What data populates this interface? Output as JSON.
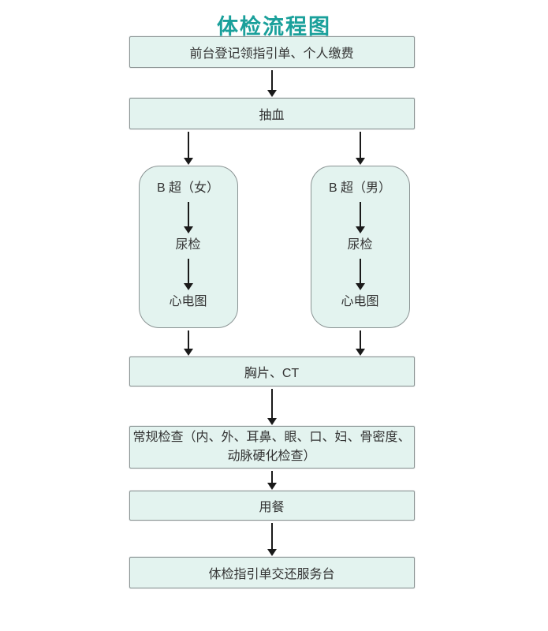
{
  "title": "体检流程图",
  "colors": {
    "title": "#1AA09B",
    "box_fill": "#E3F3EF",
    "box_border": "#8A9393",
    "arrow": "#1A1A1A",
    "text": "#333333"
  },
  "flow": {
    "steps": {
      "registration": "前台登记领指引单、个人缴费",
      "blood_draw": "抽血",
      "chest_ct": "胸片、CT",
      "routine_exam": "常规检查（内、外、耳鼻、眼、口、妇、骨密度、动脉硬化检查）",
      "meal": "用餐",
      "return_guide": "体检指引单交还服务台"
    },
    "branches": [
      {
        "name": "female",
        "steps": [
          "B 超（女）",
          "尿检",
          "心电图"
        ]
      },
      {
        "name": "male",
        "steps": [
          "B 超（男）",
          "尿检",
          "心电图"
        ]
      }
    ]
  }
}
